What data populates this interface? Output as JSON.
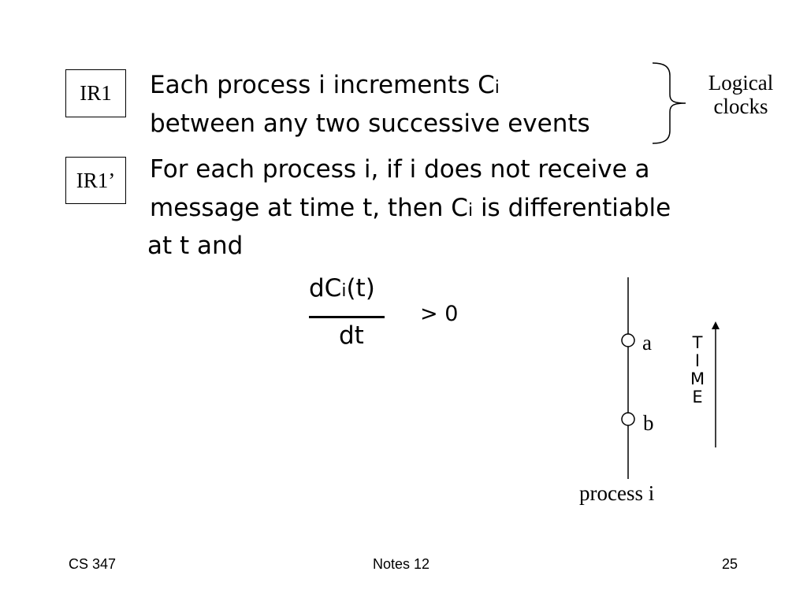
{
  "rules": [
    {
      "label": "IR1",
      "lines": [
        {
          "pre": "Each process i increments C",
          "sub": "i",
          "post": ""
        },
        {
          "pre": "between any two successive events",
          "sub": "",
          "post": ""
        }
      ]
    },
    {
      "label": "IR1’",
      "lines": [
        {
          "pre": "For each process i, if i does not receive a",
          "sub": "",
          "post": ""
        },
        {
          "pre": "message at time t, then C",
          "sub": "i",
          "post": " is differentiable"
        },
        {
          "pre": "at t and",
          "sub": "",
          "post": ""
        }
      ]
    }
  ],
  "brace_label": [
    "Logical",
    "clocks"
  ],
  "formula": {
    "numerator_pre": "dC",
    "numerator_sub": "i",
    "numerator_post": "(t)",
    "denominator": "dt",
    "relation": "> 0"
  },
  "diagram": {
    "events": [
      "a",
      "b"
    ],
    "process_label": "process i",
    "time_letters": [
      "T",
      "I",
      "M",
      "E"
    ]
  },
  "footer": {
    "left": "CS 347",
    "center": "Notes 12",
    "right": "25"
  }
}
